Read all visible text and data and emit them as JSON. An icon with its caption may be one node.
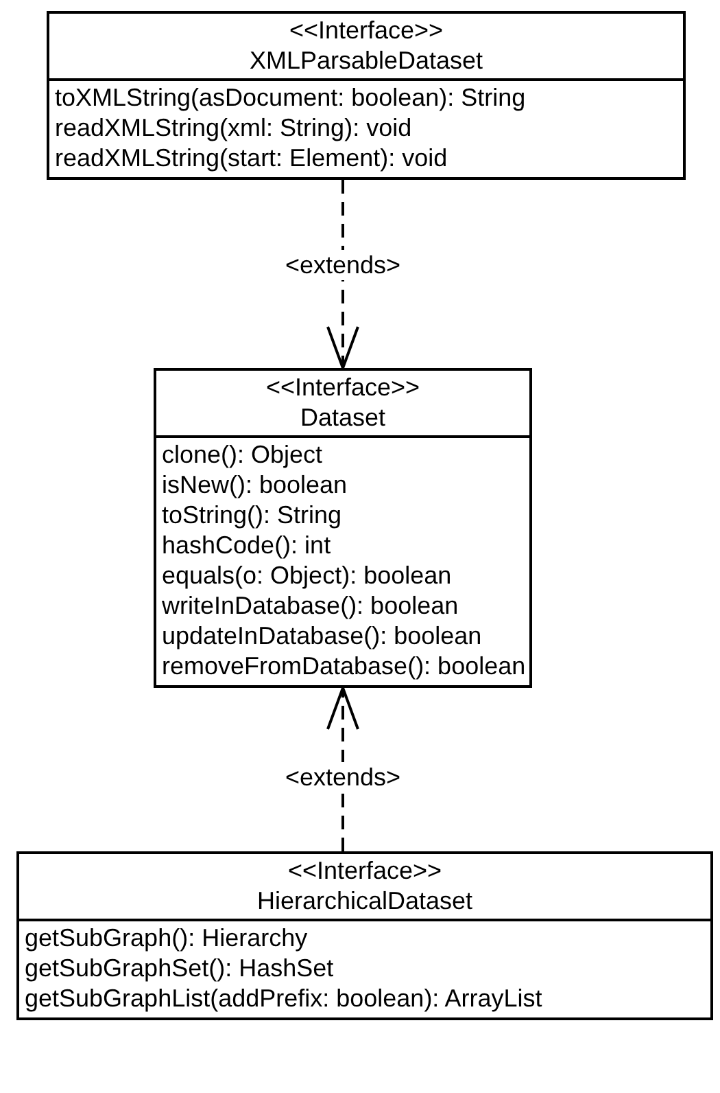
{
  "diagram": {
    "nodes": [
      {
        "text": [
          "<<Interface>>",
          "XMLParsableDataset",
          "toXMLString(asDocument: boolean): String",
          "readXMLString(xml: String): void",
          "readXMLString(start: Element): void"
        ]
      },
      {
        "text": [
          "<<Interface>>",
          "Dataset",
          "clone(): Object",
          "isNew(): boolean",
          "toString(): String",
          "hashCode(): int",
          "equals(o: Object): boolean",
          "writeInDatabase(): boolean",
          "updateInDatabase(): boolean",
          "removeFromDatabase(): boolean"
        ]
      },
      {
        "text": [
          "<<Interface>>",
          "HierarchicalDataset",
          "getSubGraph(): Hierarchy",
          "getSubGraphSet(): HashSet",
          "getSubGraphList(addPrefix: boolean): ArrayList"
        ]
      }
    ],
    "edges": [
      {
        "from": 0,
        "to": 1,
        "arrow": "to",
        "label": "<extends>",
        "style": "dashed"
      },
      {
        "from": 2,
        "to": 1,
        "arrow": "to",
        "label": "<extends>",
        "style": "dashed"
      }
    ]
  }
}
